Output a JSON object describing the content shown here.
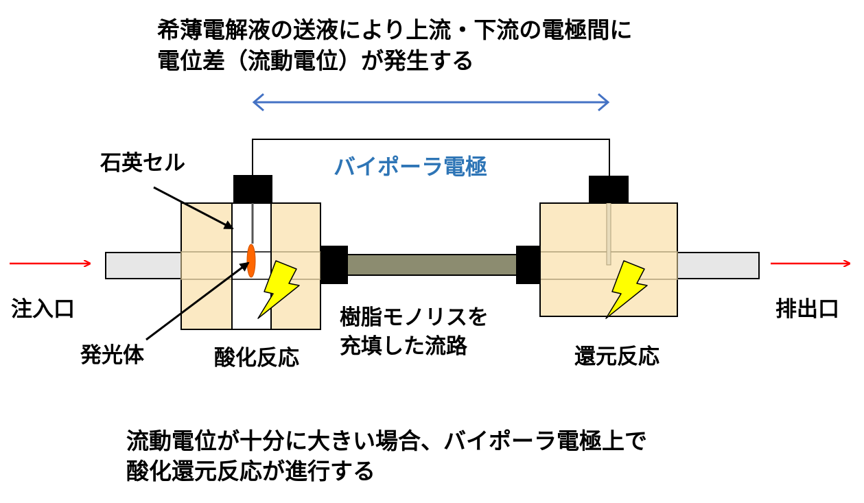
{
  "caption_top": {
    "line1": "希薄電解液の送液により上流・下流の電極間に",
    "line2": "電位差（流動電位）が発生する"
  },
  "caption_bottom": {
    "line1": "流動電位が十分に大きい場合、バイポーラ電極上で",
    "line2": "酸化還元反応が進行する"
  },
  "labels": {
    "bipolar_electrode": "バイポーラ電極",
    "quartz_cell": "石英セル",
    "inlet": "注入口",
    "outlet": "排出口",
    "luminophore": "発光体",
    "oxidation": "酸化反応",
    "reduction": "還元反応",
    "channel_line1": "樹脂モノリスを",
    "channel_line2": "充填した流路"
  },
  "colors": {
    "flow_arrow": "#ff0000",
    "potential_arrow": "#4472c4",
    "cell_fill": "#fbe9c3",
    "channel_fill": "#8c8c70",
    "bolt_fill": "#ffff00",
    "luminophore_fill": "#ff6600",
    "blue_text": "#2e75b6"
  },
  "icons": {
    "reaction": "lightning-bolt-icon"
  }
}
